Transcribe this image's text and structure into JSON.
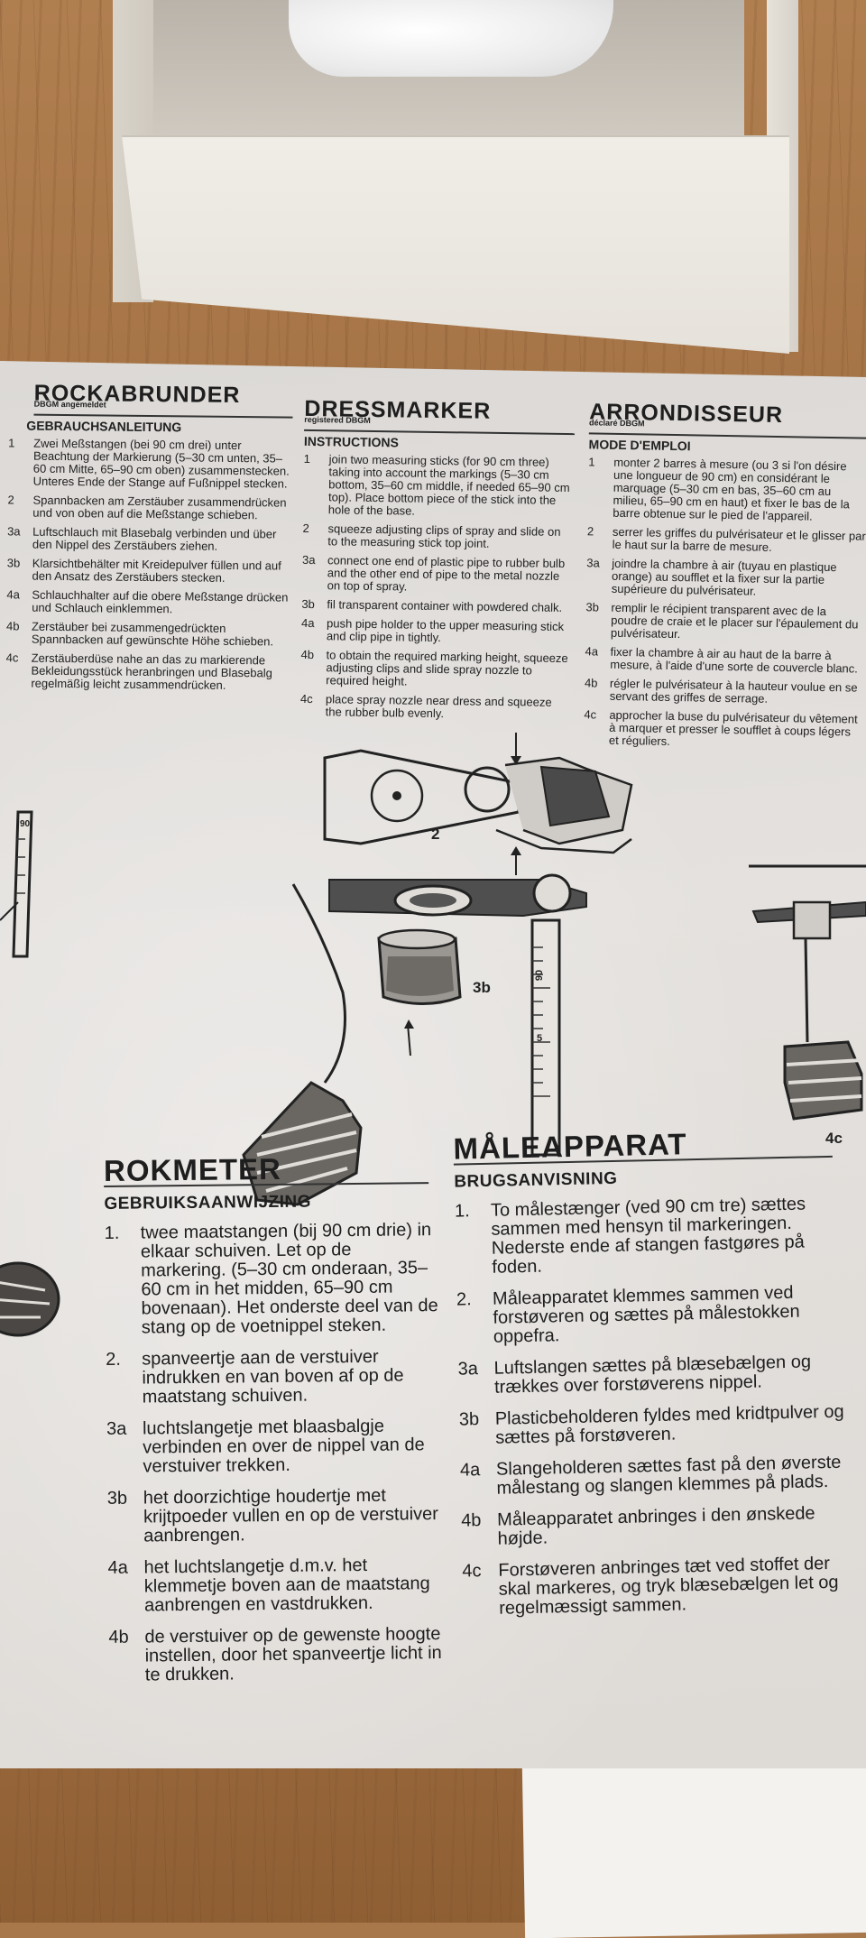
{
  "german": {
    "title": "ROCKABRUNDER",
    "registered": "DBGM angemeldet",
    "heading": "GEBRAUCHSANLEITUNG",
    "items": [
      {
        "n": "1",
        "t": "Zwei Meßstangen (bei 90 cm drei) unter Beachtung der Markierung (5–30 cm unten, 35–60 cm Mitte, 65–90 cm oben) zusammenstecken. Unteres Ende der Stange auf Fußnippel stecken."
      },
      {
        "n": "2",
        "t": "Spannbacken am Zerstäuber zusammendrücken und von oben auf die Meßstange schieben."
      },
      {
        "n": "3a",
        "t": "Luftschlauch mit Blasebalg verbinden und über den Nippel des Zerstäubers ziehen."
      },
      {
        "n": "3b",
        "t": "Klarsichtbehälter mit Kreidepulver füllen und auf den Ansatz des Zerstäubers stecken."
      },
      {
        "n": "4a",
        "t": "Schlauchhalter auf die obere Meßstange drücken und Schlauch einklemmen."
      },
      {
        "n": "4b",
        "t": "Zerstäuber bei zusammengedrückten Spannbacken auf gewünschte Höhe schieben."
      },
      {
        "n": "4c",
        "t": "Zerstäuberdüse nahe an das zu markierende Bekleidungsstück heranbringen und Blasebalg regelmäßig leicht zusammendrücken."
      }
    ]
  },
  "english": {
    "title": "DRESSMARKER",
    "registered": "registered DBGM",
    "heading": "INSTRUCTIONS",
    "items": [
      {
        "n": "1",
        "t": "join two measuring sticks (for 90 cm three) taking into account the markings (5–30 cm bottom, 35–60 cm middle, if needed 65–90 cm top). Place bottom piece of the stick into the hole of the base."
      },
      {
        "n": "2",
        "t": "squeeze adjusting clips of spray and slide on to the measuring stick top joint."
      },
      {
        "n": "3a",
        "t": "connect one end of plastic pipe to rubber bulb and the other end of pipe to the metal nozzle on top of spray."
      },
      {
        "n": "3b",
        "t": "fil transparent container with powdered chalk."
      },
      {
        "n": "4a",
        "t": "push pipe holder to the upper measuring stick and clip pipe in tightly."
      },
      {
        "n": "4b",
        "t": "to obtain the required marking height, squeeze adjusting clips and slide spray nozzle to required height."
      },
      {
        "n": "4c",
        "t": "place spray nozzle near dress and squeeze the rubber bulb evenly."
      }
    ]
  },
  "french": {
    "title": "ARRONDISSEUR",
    "registered": "déclaré DBGM",
    "heading": "MODE D'EMPLOI",
    "items": [
      {
        "n": "1",
        "t": "monter 2 barres à mesure (ou 3 si l'on désire une longueur de 90 cm) en considérant le marquage (5–30 cm en bas, 35–60 cm au milieu, 65–90 cm en haut) et fixer le bas de la barre obtenue sur le pied de l'appareil."
      },
      {
        "n": "2",
        "t": "serrer les griffes du pulvérisateur et le glisser par le haut sur la barre de mesure."
      },
      {
        "n": "3a",
        "t": "joindre la chambre à air (tuyau en plastique orange) au soufflet et la fixer sur la partie supérieure du pulvérisateur."
      },
      {
        "n": "3b",
        "t": "remplir le récipient transparent avec de la poudre de craie et le placer sur l'épaulement du pulvérisateur."
      },
      {
        "n": "4a",
        "t": "fixer la chambre à air au haut de la barre à mesure, à l'aide d'une sorte de couvercle blanc."
      },
      {
        "n": "4b",
        "t": "régler le pulvérisateur à la hauteur voulue en se servant des griffes de serrage."
      },
      {
        "n": "4c",
        "t": "approcher la buse du pulvérisateur du vêtement à marquer et presser le soufflet à coups légers et réguliers."
      }
    ]
  },
  "dutch": {
    "title": "ROKMETER",
    "heading": "GEBRUIKSAANWIJZING",
    "items": [
      {
        "n": "1.",
        "t": "twee maatstangen (bij 90 cm drie) in elkaar schuiven. Let op de markering. (5–30 cm onderaan, 35–60 cm in het midden, 65–90 cm bovenaan). Het onderste deel van de stang op de voetnippel steken."
      },
      {
        "n": "2.",
        "t": "spanveertje aan de verstuiver indrukken en van boven af op de maatstang schuiven."
      },
      {
        "n": "3a",
        "t": "luchtslangetje met blaasbalgje verbinden en over de nippel van de verstuiver trekken."
      },
      {
        "n": "3b",
        "t": "het doorzichtige houdertje met krijtpoeder vullen en op de verstuiver aanbrengen."
      },
      {
        "n": "4a",
        "t": "het luchtslangetje d.m.v. het klemmetje boven aan de maatstang aanbrengen en vastdrukken."
      },
      {
        "n": "4b",
        "t": "de verstuiver op de gewenste hoogte instellen, door het spanveertje licht in te drukken."
      }
    ]
  },
  "danish": {
    "title": "MÅLEAPPARAT",
    "heading": "BRUGSANVISNING",
    "items": [
      {
        "n": "1.",
        "t": "To målestænger (ved 90 cm tre) sættes sammen med hensyn til markeringen. Nederste ende af stangen fastgøres på foden."
      },
      {
        "n": "2.",
        "t": "Måleapparatet klemmes sammen ved forstøveren og sættes på målestokken oppefra."
      },
      {
        "n": "3a",
        "t": "Luftslangen sættes på blæsebælgen og trækkes over forstøverens nippel."
      },
      {
        "n": "3b",
        "t": "Plasticbeholderen fyldes med kridtpulver og sættes på forstøveren."
      },
      {
        "n": "4a",
        "t": "Slangeholderen sættes fast på den øverste målestang og slangen klemmes på plads."
      },
      {
        "n": "4b",
        "t": "Måleapparatet anbringes i den ønskede højde."
      },
      {
        "n": "4c",
        "t": "Forstøveren anbringes tæt ved stoffet der skal markeres, og tryk blæsebælgen let og regelmæssigt sammen."
      }
    ]
  },
  "figures": {
    "label_2": "2",
    "label_3b": "3b",
    "label_4c": "4c",
    "tick_90": "90",
    "tick_5": "5",
    "tick_left": "90"
  }
}
